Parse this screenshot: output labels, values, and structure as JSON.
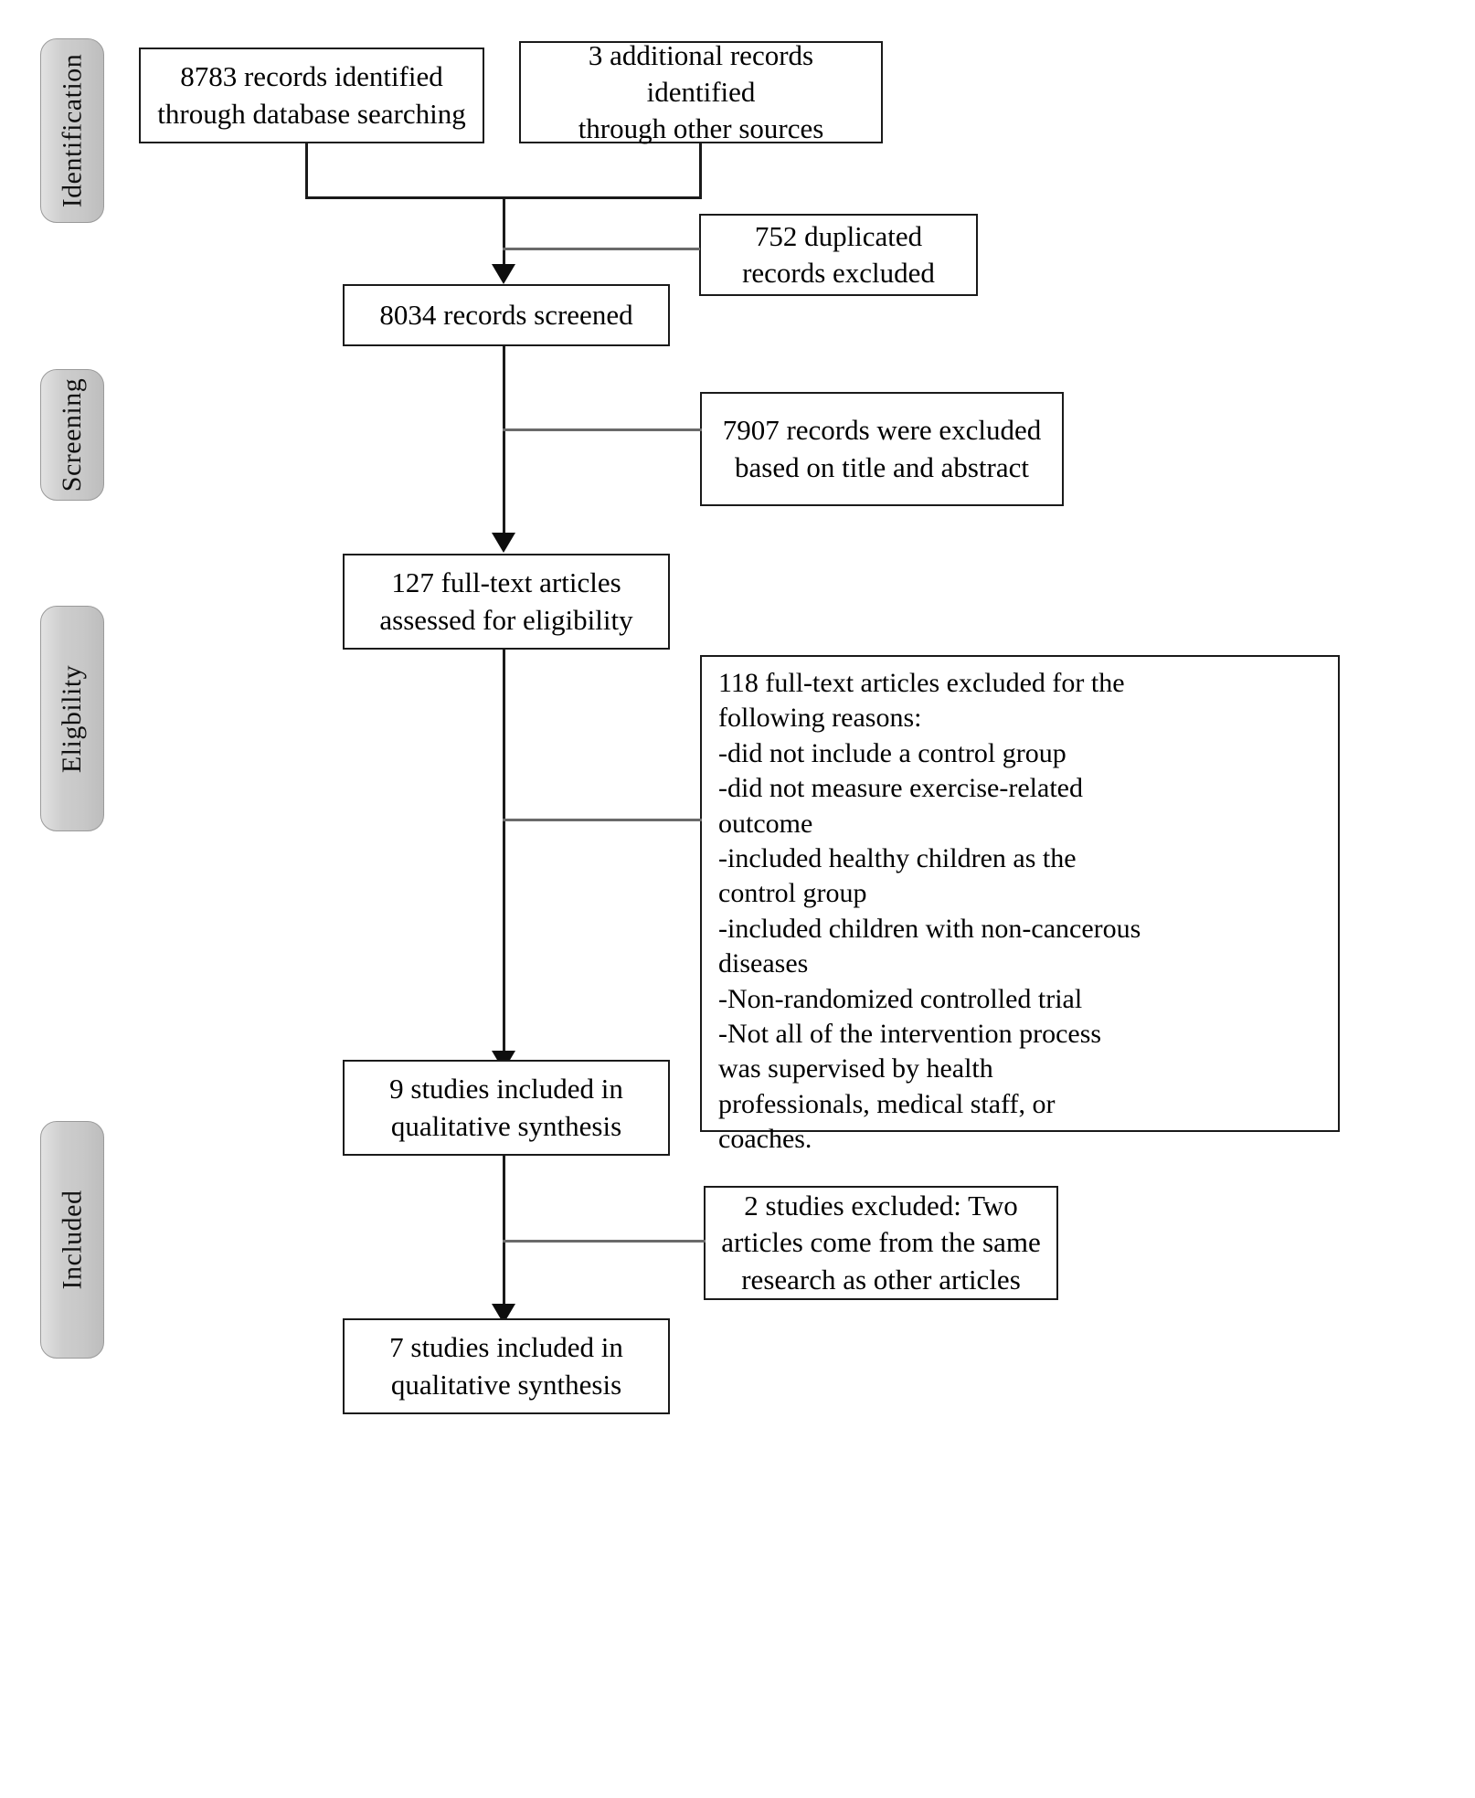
{
  "diagram": {
    "title": "PRISMA flow diagram",
    "type": "prisma-flow"
  },
  "stages": [
    {
      "id": "identification",
      "label": "Identification"
    },
    {
      "id": "screening",
      "label": "Screening"
    },
    {
      "id": "eligibility",
      "label": "Eligbility"
    },
    {
      "id": "included",
      "label": "Included"
    }
  ],
  "boxes": {
    "database_records": {
      "text": "8783 records identified\nthrough database searching",
      "count": 8783
    },
    "other_records": {
      "text": "3 additional records\nidentified\nthrough other sources",
      "count": 3
    },
    "duplicates_excluded": {
      "text": "752 duplicated\nrecords excluded",
      "count": 752
    },
    "records_screened": {
      "text": "8034 records screened",
      "count": 8034
    },
    "title_abstract_excluded": {
      "text": "7907 records were excluded\nbased on title and abstract",
      "count": 7907
    },
    "fulltext_assessed": {
      "text": "127 full-text articles\nassessed for eligibility",
      "count": 127
    },
    "fulltext_excluded": {
      "text": "118 full-text articles excluded  for the\nfollowing reasons:\n-did not include a control group\n-did not measure exercise-related\noutcome\n-included healthy children as the\ncontrol group\n-included children with non-cancerous\ndiseases\n-Non-randomized controlled trial\n-Not all of the intervention process\nwas supervised by health\nprofessionals, medical staff, or\ncoaches.",
      "count": 118
    },
    "qualitative_nine": {
      "text": "9 studies included  in\nqualitative synthesis",
      "count": 9
    },
    "studies_excluded_two": {
      "text": "2 studies excluded:  Two\narticles come from the same\nresearch as other articles",
      "count": 2
    },
    "qualitative_seven": {
      "text": "7 studies included  in\nqualitative synthesis",
      "count": 7
    }
  },
  "colors": {
    "line": "#1a1a1a",
    "grey_line": "#6a6a6a",
    "pill_fill": "#cdcdcd",
    "pill_border": "#9a9a9a",
    "box_border": "#1a1a1a",
    "text": "#000000",
    "background": "#ffffff"
  }
}
